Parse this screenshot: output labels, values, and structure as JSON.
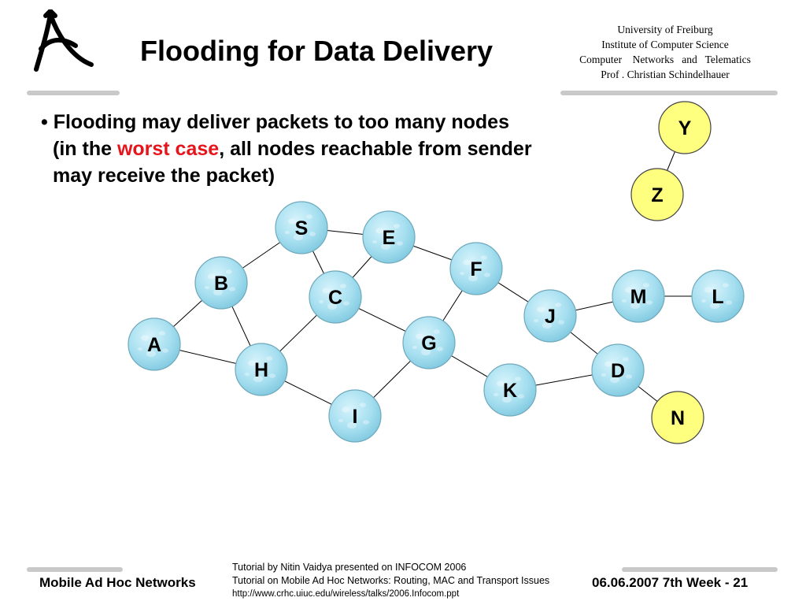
{
  "header": {
    "title": "Flooding for Data Delivery",
    "institution": [
      "University of Freiburg",
      "Institute of Computer Science",
      "Computer    Networks   and   Telematics",
      "Prof . Christian Schindelhauer"
    ]
  },
  "bullet": {
    "line1": "Flooding may deliver packets to too many nodes",
    "line2_prefix": "(in the ",
    "line2_highlight": "worst case",
    "line2_suffix": ", all nodes reachable from sender",
    "line3": "may receive the packet)"
  },
  "colors": {
    "highlight": "#e8141c",
    "node_blue": "#a6dff0",
    "node_yellow": "#ffff7f",
    "rule": "#c9c9c9"
  },
  "graph": {
    "nodes": [
      {
        "id": "S",
        "label": "S",
        "color": "blue"
      },
      {
        "id": "E",
        "label": "E",
        "color": "blue"
      },
      {
        "id": "F",
        "label": "F",
        "color": "blue"
      },
      {
        "id": "B",
        "label": "B",
        "color": "blue"
      },
      {
        "id": "C",
        "label": "C",
        "color": "blue"
      },
      {
        "id": "M",
        "label": "M",
        "color": "blue"
      },
      {
        "id": "L",
        "label": "L",
        "color": "blue"
      },
      {
        "id": "J",
        "label": "J",
        "color": "blue"
      },
      {
        "id": "A",
        "label": "A",
        "color": "blue"
      },
      {
        "id": "G",
        "label": "G",
        "color": "blue"
      },
      {
        "id": "H",
        "label": "H",
        "color": "blue"
      },
      {
        "id": "D",
        "label": "D",
        "color": "blue"
      },
      {
        "id": "K",
        "label": "K",
        "color": "blue"
      },
      {
        "id": "I",
        "label": "I",
        "color": "blue"
      },
      {
        "id": "N",
        "label": "N",
        "color": "yellow"
      },
      {
        "id": "Y",
        "label": "Y",
        "color": "yellow"
      },
      {
        "id": "Z",
        "label": "Z",
        "color": "yellow"
      }
    ],
    "edges": [
      [
        "S",
        "E"
      ],
      [
        "S",
        "B"
      ],
      [
        "S",
        "C"
      ],
      [
        "E",
        "C"
      ],
      [
        "E",
        "F"
      ],
      [
        "B",
        "A"
      ],
      [
        "B",
        "H"
      ],
      [
        "A",
        "H"
      ],
      [
        "H",
        "C"
      ],
      [
        "H",
        "I"
      ],
      [
        "C",
        "G"
      ],
      [
        "G",
        "F"
      ],
      [
        "G",
        "I"
      ],
      [
        "G",
        "K"
      ],
      [
        "F",
        "J"
      ],
      [
        "J",
        "M"
      ],
      [
        "M",
        "L"
      ],
      [
        "J",
        "D"
      ],
      [
        "K",
        "D"
      ],
      [
        "D",
        "N"
      ],
      [
        "Y",
        "Z"
      ]
    ]
  },
  "footer": {
    "left": "Mobile Ad Hoc Networks",
    "refs": [
      "Tutorial by Nitin Vaidya presented on INFOCOM 2006",
      "Tutorial on Mobile Ad Hoc Networks: Routing, MAC and Transport Issues",
      "http://www.crhc.uiuc.edu/wireless/talks/2006.Infocom.ppt"
    ],
    "right": "06.06.2007 7th Week - 21"
  }
}
